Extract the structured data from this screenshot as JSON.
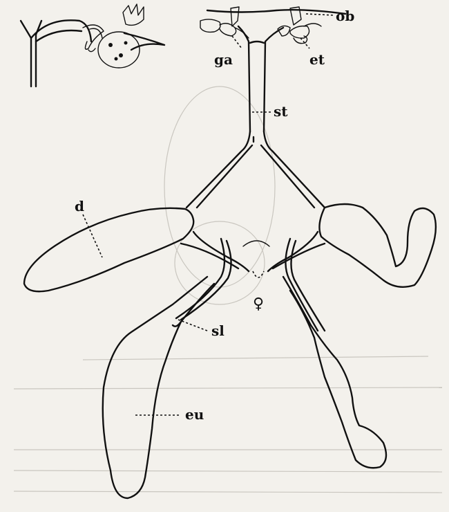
{
  "labels": {
    "ob": "ob",
    "ga": "ga",
    "et": "et",
    "st": "st",
    "d": "d",
    "sl": "sl",
    "eu": "eu",
    "female_symbol": "♀"
  },
  "colors": {
    "ink": "#111111",
    "paper": "#f3f1ec",
    "bleed_through": "#9d9a93"
  }
}
